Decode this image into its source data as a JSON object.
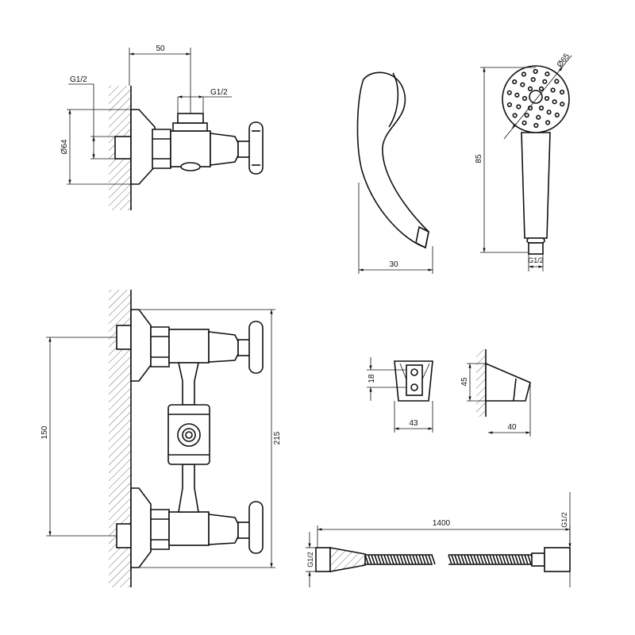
{
  "drawing": {
    "valve_top": {
      "width_dim": "50",
      "outlet_thread": "G1/2",
      "inlet_thread": "G1/2",
      "flange_diameter": "Ø64"
    },
    "valve_front": {
      "spacing_dim": "150",
      "height_dim": "215"
    },
    "handshower_side": {
      "depth_dim": "30"
    },
    "handshower_front": {
      "head_diameter": "Ø65",
      "length_dim": "85",
      "thread": "G1/2"
    },
    "holder_front": {
      "slot_dim": "18",
      "width_dim": "43"
    },
    "holder_side": {
      "height_dim": "45",
      "depth_dim": "40"
    },
    "hose": {
      "length_dim": "1400",
      "left_thread": "G1/2",
      "right_thread": "G1/2"
    }
  }
}
